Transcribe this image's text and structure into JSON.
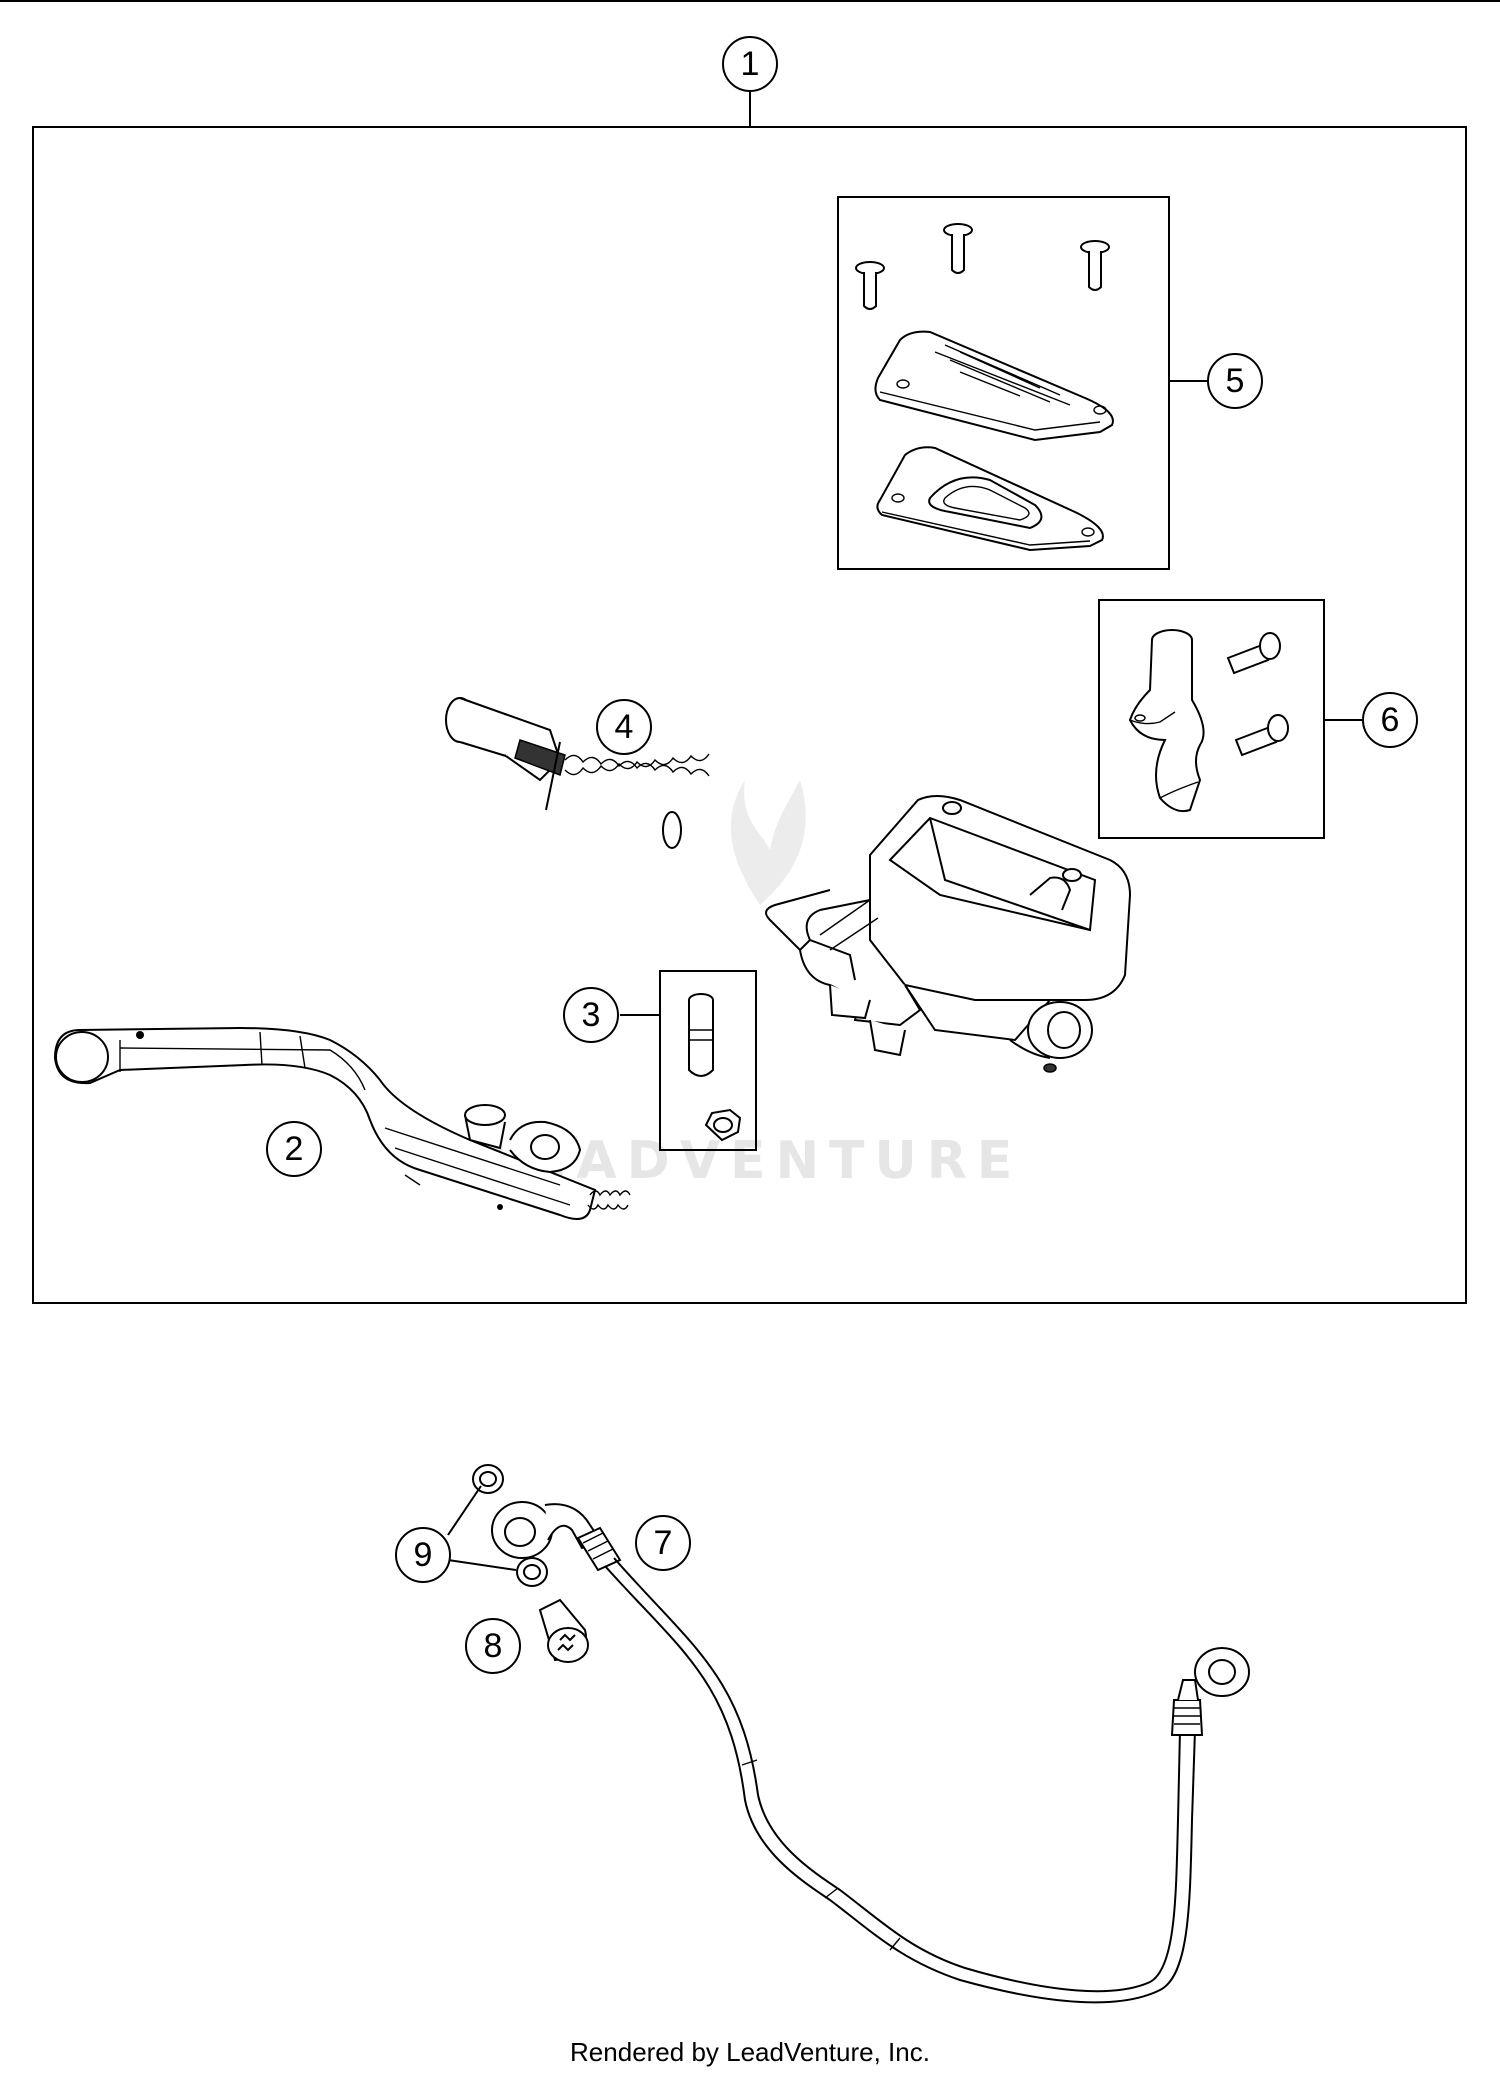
{
  "diagram": {
    "callouts": [
      "1",
      "2",
      "3",
      "4",
      "5",
      "6",
      "7",
      "8",
      "9"
    ],
    "footer": "Rendered by LeadVenture, Inc.",
    "watermark": "LEADVENTURE"
  },
  "colors": {
    "line": "#000000",
    "background": "#ffffff",
    "watermark": "#e6e6e6"
  }
}
